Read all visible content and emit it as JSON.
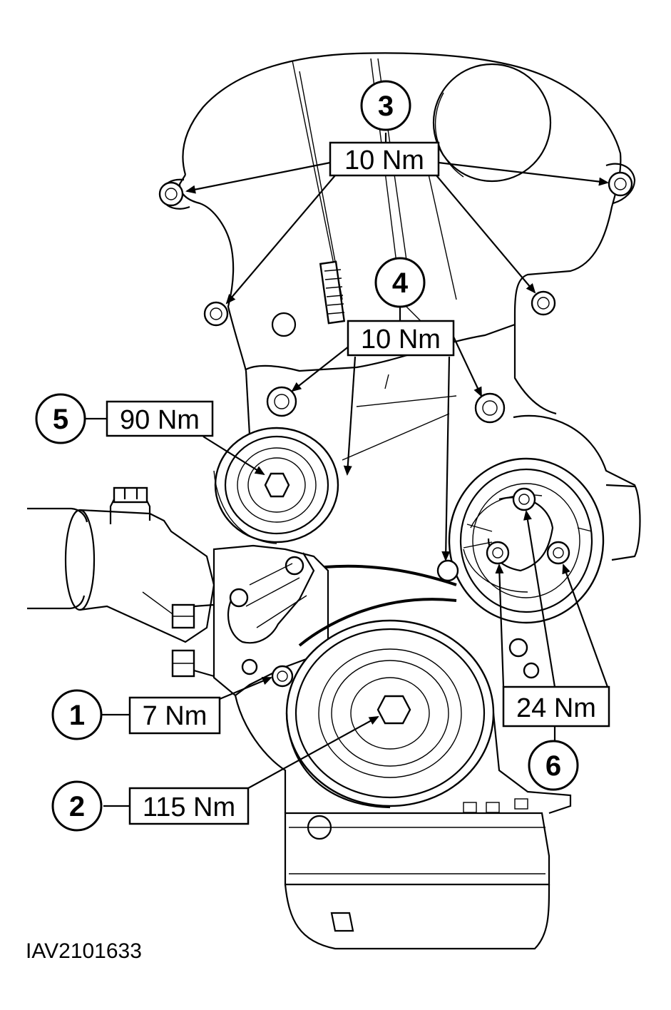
{
  "callouts": [
    {
      "number": "1",
      "torque": "7 Nm"
    },
    {
      "number": "2",
      "torque": "115 Nm"
    },
    {
      "number": "3",
      "torque": "10 Nm"
    },
    {
      "number": "4",
      "torque": "10 Nm"
    },
    {
      "number": "5",
      "torque": "90 Nm"
    },
    {
      "number": "6",
      "torque": "24 Nm"
    }
  ],
  "figure_code": "IAV2101633"
}
